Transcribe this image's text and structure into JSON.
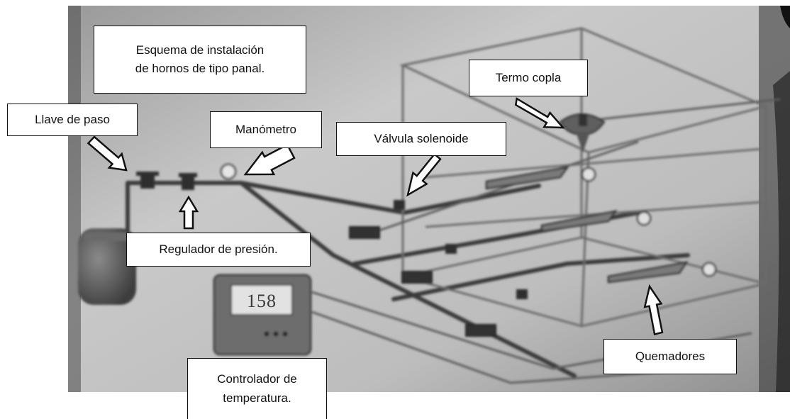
{
  "diagram": {
    "title_lines": [
      "Esquema de instalación",
      "de hornos de tipo panal."
    ],
    "labels": {
      "llave": "Llave de paso",
      "manometro": "Manómetro",
      "valvula": "Válvula solenoide",
      "termo": "Termo copla",
      "regulador": "Regulador de presión.",
      "quemadores": "Quemadores",
      "controlador_lines": [
        "Controlador de",
        "temperatura."
      ]
    },
    "controller_display": "158"
  }
}
